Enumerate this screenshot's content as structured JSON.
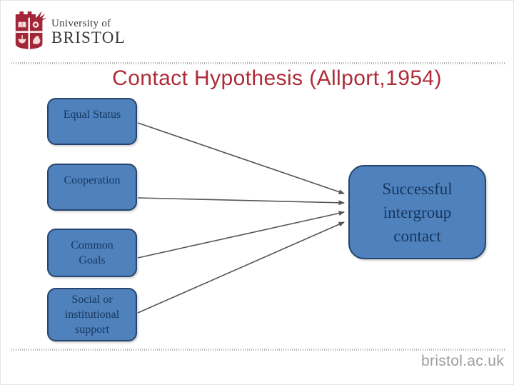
{
  "header": {
    "logo": {
      "line1": "University of",
      "line2": "BRISTOL",
      "crest_icon": "university-of-bristol-crest",
      "crest_color": "#a32638"
    }
  },
  "slide": {
    "title": "Contact Hypothesis (Allport,1954)",
    "title_color": "#ad2c38"
  },
  "diagram": {
    "factors": [
      {
        "label": "Equal Status"
      },
      {
        "label": "Cooperation"
      },
      {
        "label": "Common\nGoals"
      },
      {
        "label": "Social or\ninstitutional\nsupport"
      }
    ],
    "outcome": {
      "label": "Successful\nintergroup\ncontact"
    },
    "box_fill": "#4f81bd",
    "box_border": "#25456e",
    "box_text_color": "#17375e",
    "arrow_color": "#555555"
  },
  "footer": {
    "url": "bristol.ac.uk"
  }
}
